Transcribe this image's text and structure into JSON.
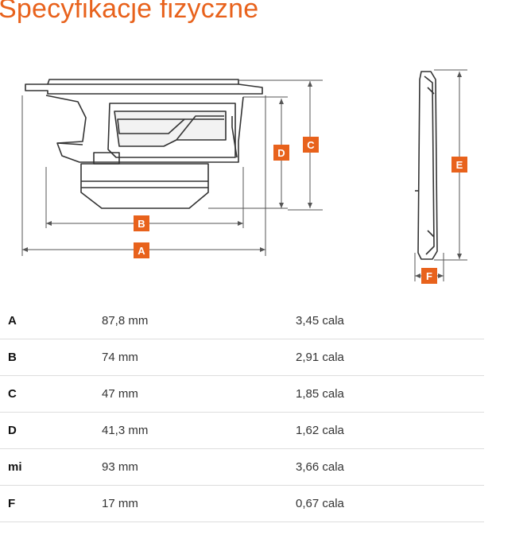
{
  "page": {
    "title": "Specyfikacje fizyczne",
    "accent_color": "#e8621c"
  },
  "diagram": {
    "labels": {
      "A": "A",
      "B": "B",
      "C": "C",
      "D": "D",
      "E": "E",
      "F": "F"
    }
  },
  "specs": {
    "rows": [
      {
        "label": "A",
        "metric": "87,8 mm",
        "imperial": "3,45 cala"
      },
      {
        "label": "B",
        "metric": "74 mm",
        "imperial": "2,91 cala"
      },
      {
        "label": "C",
        "metric": "47 mm",
        "imperial": "1,85 cala"
      },
      {
        "label": "D",
        "metric": "41,3 mm",
        "imperial": "1,62 cala"
      },
      {
        "label": "mi",
        "metric": "93 mm",
        "imperial": "3,66 cala"
      },
      {
        "label": "F",
        "metric": "17 mm",
        "imperial": "0,67 cala"
      }
    ]
  }
}
